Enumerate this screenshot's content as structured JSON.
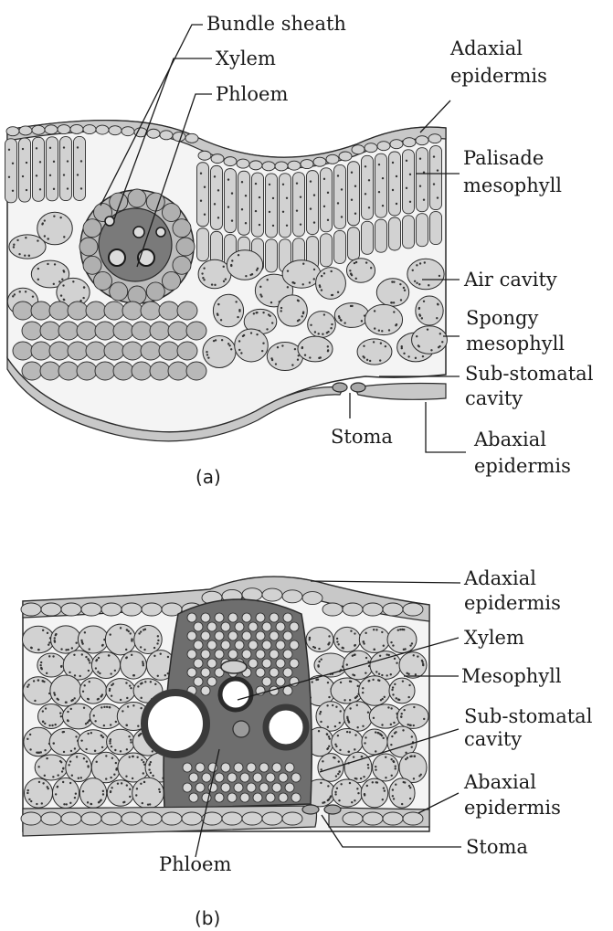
{
  "figure_a": {
    "caption": "(a)",
    "labels": {
      "bundle_sheath": "Bundle sheath",
      "xylem": "Xylem",
      "phloem": "Phloem",
      "adaxial_epidermis_1": "Adaxial",
      "adaxial_epidermis_2": "epidermis",
      "palisade_mesophyll_1": "Palisade",
      "palisade_mesophyll_2": "mesophyll",
      "air_cavity": "Air cavity",
      "spongy_mesophyll_1": "Spongy",
      "spongy_mesophyll_2": "mesophyll",
      "sub_stomatal_cavity_1": "Sub-stomatal",
      "sub_stomatal_cavity_2": "cavity",
      "stoma": "Stoma",
      "abaxial_epidermis_1": "Abaxial",
      "abaxial_epidermis_2": "epidermis"
    }
  },
  "figure_b": {
    "caption": "(b)",
    "labels": {
      "adaxial_epidermis_1": "Adaxial",
      "adaxial_epidermis_2": "epidermis",
      "xylem": "Xylem",
      "mesophyll": "Mesophyll",
      "sub_stomatal_cavity_1": "Sub-stomatal",
      "sub_stomatal_cavity_2": "cavity",
      "abaxial_epidermis_1": "Abaxial",
      "abaxial_epidermis_2": "epidermis",
      "stoma": "Stoma",
      "phloem": "Phloem"
    }
  },
  "colors": {
    "cell_fill": "#d2d2d2",
    "cell_stroke": "#2a2a2a",
    "dark_tissue": "#6e6e6e",
    "sheath": "#9a9a9a",
    "background": "#ffffff"
  }
}
